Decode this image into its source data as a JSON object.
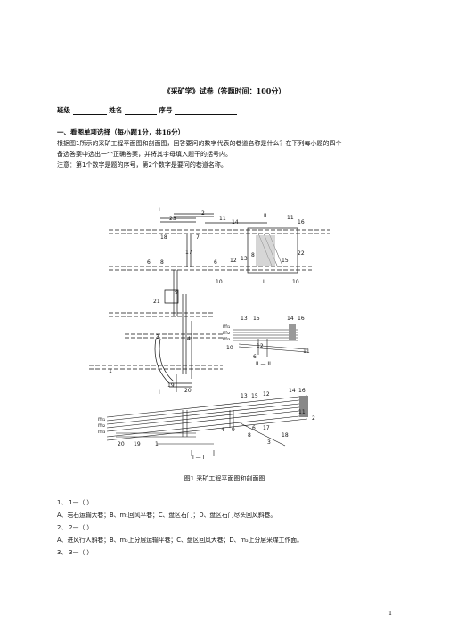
{
  "doc": {
    "title": "《采矿学》试卷（答题时间：100分）",
    "class_label": "班级",
    "name_label": "姓名",
    "seq_label": "序号",
    "section1": "一、看图单项选择（每小题1分，共16分）",
    "intro_line1": "根据图1所示的采矿工程平面图和剖面图，回答要问的数字代表的巷道名称是什么？在下列每小题的四个",
    "intro_line2": "备选答案中选出一个正确答案，并将其字母填入题干的括号内。",
    "note": "注意：第1个数字是题的序号，第2个数字是要问的巷道名称。",
    "figure_caption": "图1  采矿工程平面图和剖面图",
    "page_number": "1"
  },
  "questions": [
    {
      "stem": "1、    1—（      ）",
      "options": "A、岩石运输大巷；B、m₁回风平巷；C、盘区石门；D、盘区石门尽头回风斜巷。"
    },
    {
      "stem": "2、    2—（      ）",
      "options": "A、进风行人斜巷；B、m₂上分层运输平巷；C、盘区回风大巷；D、m₂上分层采煤工作面。"
    },
    {
      "stem": "3、    3—（      ）",
      "options": ""
    }
  ],
  "figure": {
    "plan_labels": [
      "I",
      "23",
      "2",
      "11",
      "14",
      "II",
      "11",
      "16",
      "18",
      "7",
      "17",
      "13",
      "8",
      "15",
      "22",
      "6",
      "8",
      "6",
      "12",
      "10",
      "II",
      "10",
      "9",
      "21",
      "3",
      "4",
      "1",
      "19",
      "20"
    ],
    "section_top_labels": [
      "13",
      "15",
      "14",
      "16",
      "m₁",
      "m₂",
      "m₃",
      "12",
      "10",
      "6",
      "11",
      "II — II"
    ],
    "section_bottom_labels": [
      "I",
      "13",
      "15",
      "12",
      "14",
      "16",
      "m₁",
      "m₂",
      "m₃",
      "11",
      "2",
      "4",
      "9",
      "6",
      "17",
      "8",
      "18",
      "3",
      "20",
      "19",
      "1",
      "I — I"
    ]
  }
}
